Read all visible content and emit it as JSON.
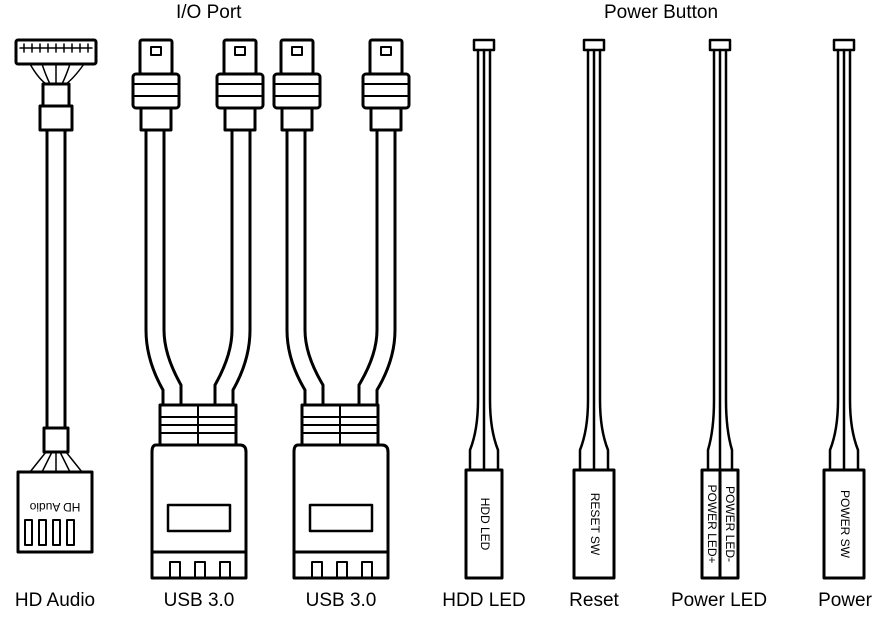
{
  "groups": {
    "io_port": "I/O Port",
    "power_button": "Power Button"
  },
  "connectors": [
    {
      "label": "HD Audio",
      "printed": "HD Audio"
    },
    {
      "label": "USB 3.0"
    },
    {
      "label": "USB 3.0"
    },
    {
      "label": "HDD LED",
      "printed": "HDD LED"
    },
    {
      "label": "Reset",
      "printed": "RESET SW"
    },
    {
      "label": "Power LED",
      "printed_top": "POWER LED-",
      "printed_bottom": "POWER LED+"
    },
    {
      "label": "Power",
      "printed": "POWER SW"
    }
  ]
}
